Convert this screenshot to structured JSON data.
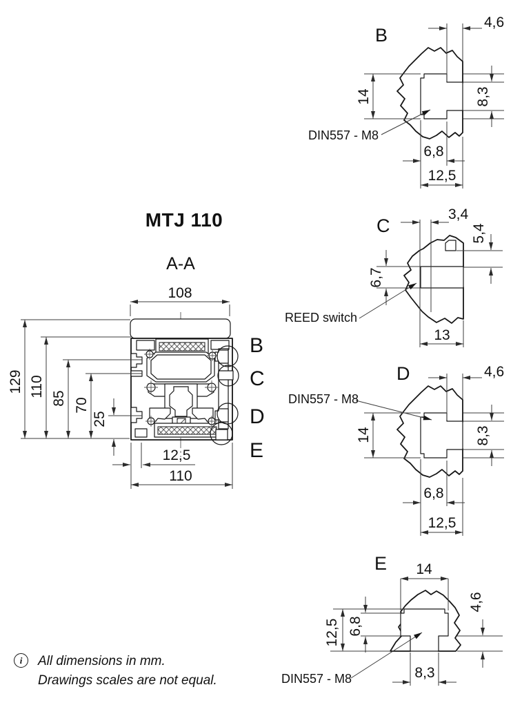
{
  "page": {
    "title": "MTJ 110",
    "section_label": "A-A",
    "note_icon_glyph": "i",
    "note_line1": "All dimensions in mm.",
    "note_line2": "Drawings scales are not equal."
  },
  "main_view": {
    "dim_top_width": "108",
    "dim_h_129": "129",
    "dim_h_110": "110",
    "dim_h_85": "85",
    "dim_h_70": "70",
    "dim_h_25": "25",
    "dim_bottom_offset": "12,5",
    "dim_bottom_width": "110",
    "marker_b": "B",
    "marker_c": "C",
    "marker_d": "D",
    "marker_e": "E"
  },
  "detail_b": {
    "label": "B",
    "callout": "DIN557 - M8",
    "dim_neck_depth": "4,6",
    "dim_cavity_height": "14",
    "dim_neck_height": "8,3",
    "dim_cavity_depth": "6,8",
    "dim_total_depth": "12,5"
  },
  "detail_c": {
    "label": "C",
    "callout": "REED switch",
    "dim_slot_offset": "3,4",
    "dim_step_height": "5,4",
    "dim_slot_height": "6,7",
    "dim_slot_depth": "13"
  },
  "detail_d": {
    "label": "D",
    "callout": "DIN557 - M8",
    "dim_neck_depth": "4,6",
    "dim_cavity_height": "14",
    "dim_neck_height": "8,3",
    "dim_cavity_depth": "6,8",
    "dim_total_depth": "12,5"
  },
  "detail_e": {
    "label": "E",
    "callout": "DIN557 - M8",
    "dim_cavity_width": "14",
    "dim_neck_depth": "4,6",
    "dim_total_depth": "12,5",
    "dim_cavity_height": "6,8",
    "dim_neck_width": "8,3"
  }
}
